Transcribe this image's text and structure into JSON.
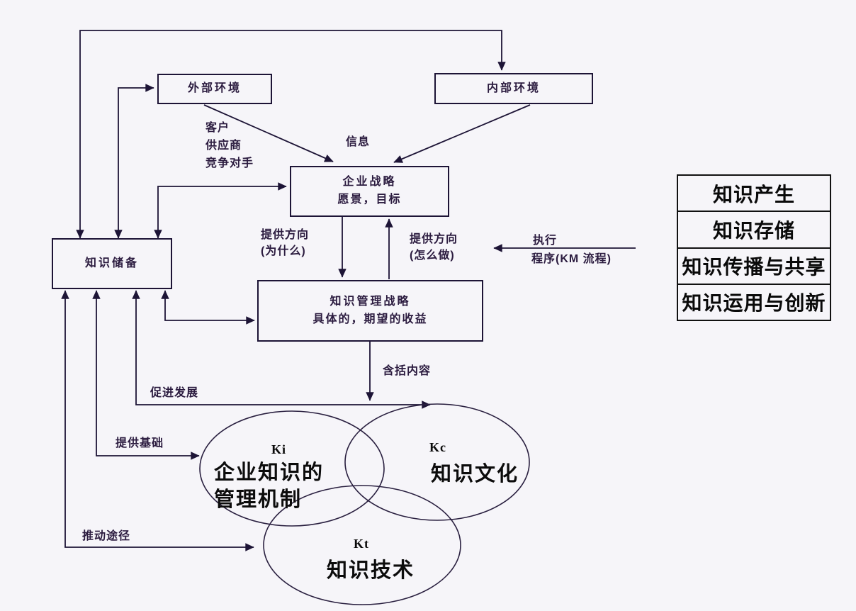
{
  "colors": {
    "background": "#f6f5f9",
    "line": "#1d1436",
    "label_text": "#2b1b3f",
    "heavy_text": "#0a0a0a"
  },
  "boxes": {
    "external": {
      "label": "外部环境"
    },
    "internal": {
      "label": "内部环境"
    },
    "strategy": {
      "line1": "企业战略",
      "line2": "愿景，目标"
    },
    "reserve": {
      "label": "知识储备"
    },
    "km_strategy": {
      "line1": "知识管理战略",
      "line2": "具体的，期望的收益"
    }
  },
  "side_table": {
    "rows": [
      {
        "label": "知识产生"
      },
      {
        "label": "知识存储"
      },
      {
        "label": "知识传播与共享"
      },
      {
        "label": "知识运用与创新"
      }
    ]
  },
  "labels": {
    "stakeholders": {
      "line1": "客户",
      "line2": "供应商",
      "line3": "竞争对手"
    },
    "info": "信息",
    "direction_why": {
      "line1": "提供方向",
      "line2": "(为什么)"
    },
    "direction_how": {
      "line1": "提供方向",
      "line2": "(怎么做)"
    },
    "execute": {
      "line1": "执行",
      "line2": "程序(KM 流程)"
    },
    "include": "含括内容",
    "promote": "促进发展",
    "foundation": "提供基础",
    "drive": "推动途径"
  },
  "venn": {
    "ki": {
      "tag": "Ki",
      "line1": "企业知识的",
      "line2": "管理机制"
    },
    "kc": {
      "tag": "Kc",
      "label": "知识文化"
    },
    "kt": {
      "tag": "Kt",
      "label": "知识技术"
    }
  }
}
